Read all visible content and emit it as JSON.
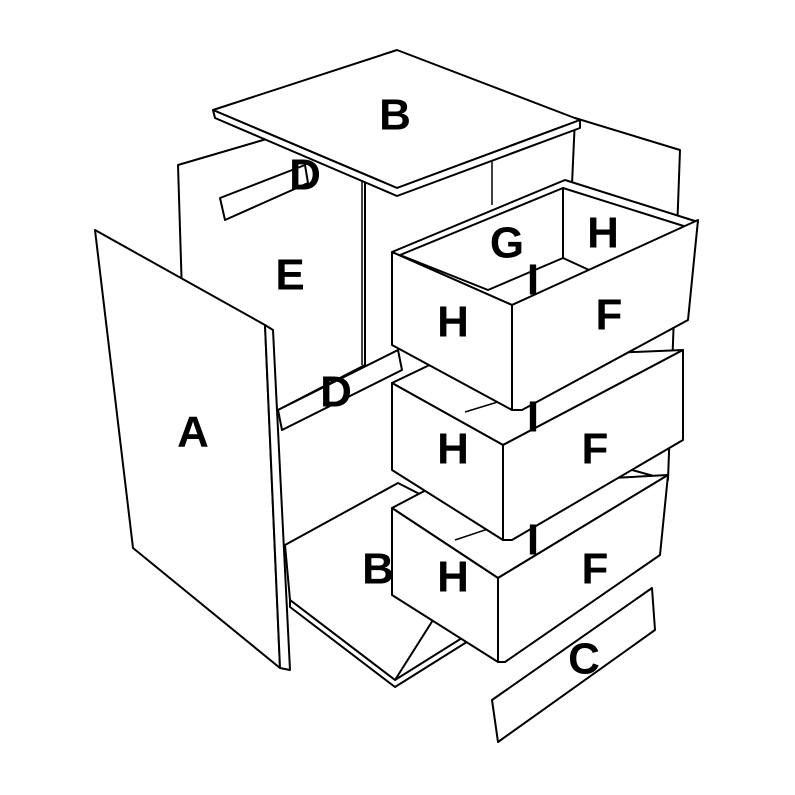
{
  "diagram": {
    "labels": {
      "top_panel": "B",
      "rail_upper": "D",
      "back_panel": "E",
      "drawer_back": "G",
      "drawer_side_right": "H",
      "drawer1_bottom": "I",
      "drawer1_side": "H",
      "drawer1_front": "F",
      "side_panel": "A",
      "rail_lower": "D",
      "drawer2_side": "H",
      "drawer2_bottom": "I",
      "drawer2_front": "F",
      "bottom_panel": "B",
      "drawer3_side": "H",
      "drawer3_bottom": "I",
      "drawer3_front": "F",
      "plinth": "C"
    },
    "stroke_color": "#000000",
    "fill_color": "#ffffff"
  }
}
